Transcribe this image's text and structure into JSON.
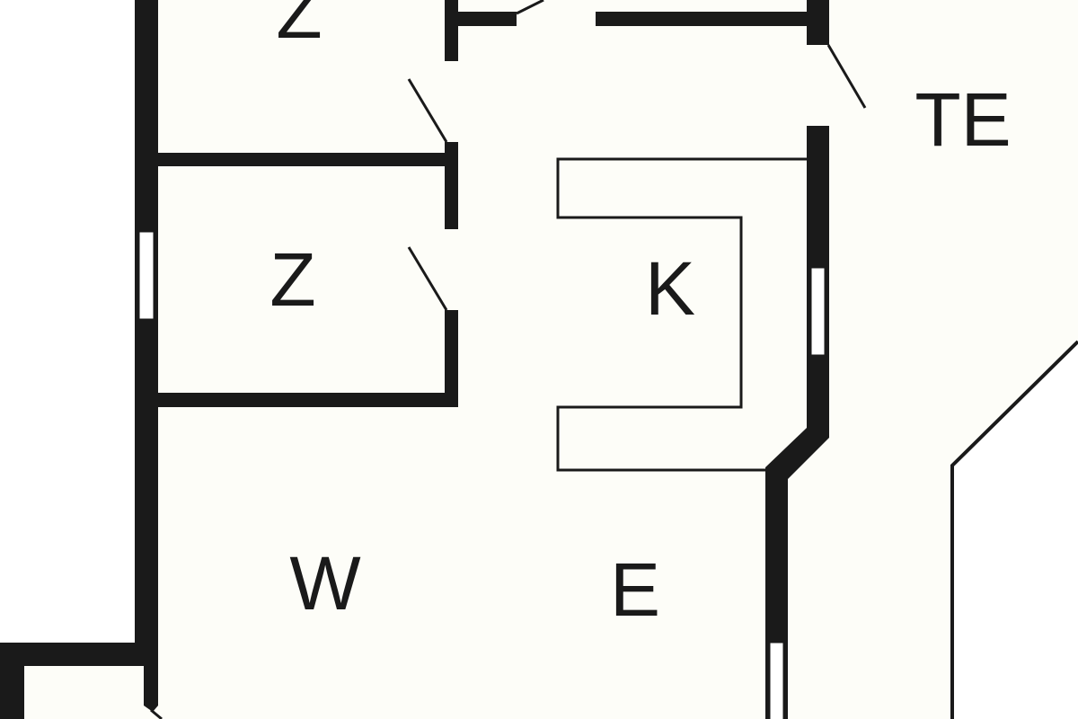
{
  "plan": {
    "rooms": [
      {
        "id": "bedroom-top",
        "label": "Z"
      },
      {
        "id": "bedroom-middle",
        "label": "Z"
      },
      {
        "id": "kitchen",
        "label": "K"
      },
      {
        "id": "terrace",
        "label": "TE"
      },
      {
        "id": "living",
        "label": "W"
      },
      {
        "id": "dining",
        "label": "E"
      }
    ],
    "colors": {
      "wall": "#1a1a1a",
      "floor": "#fdfdf8",
      "outside": "#ffffff"
    }
  }
}
